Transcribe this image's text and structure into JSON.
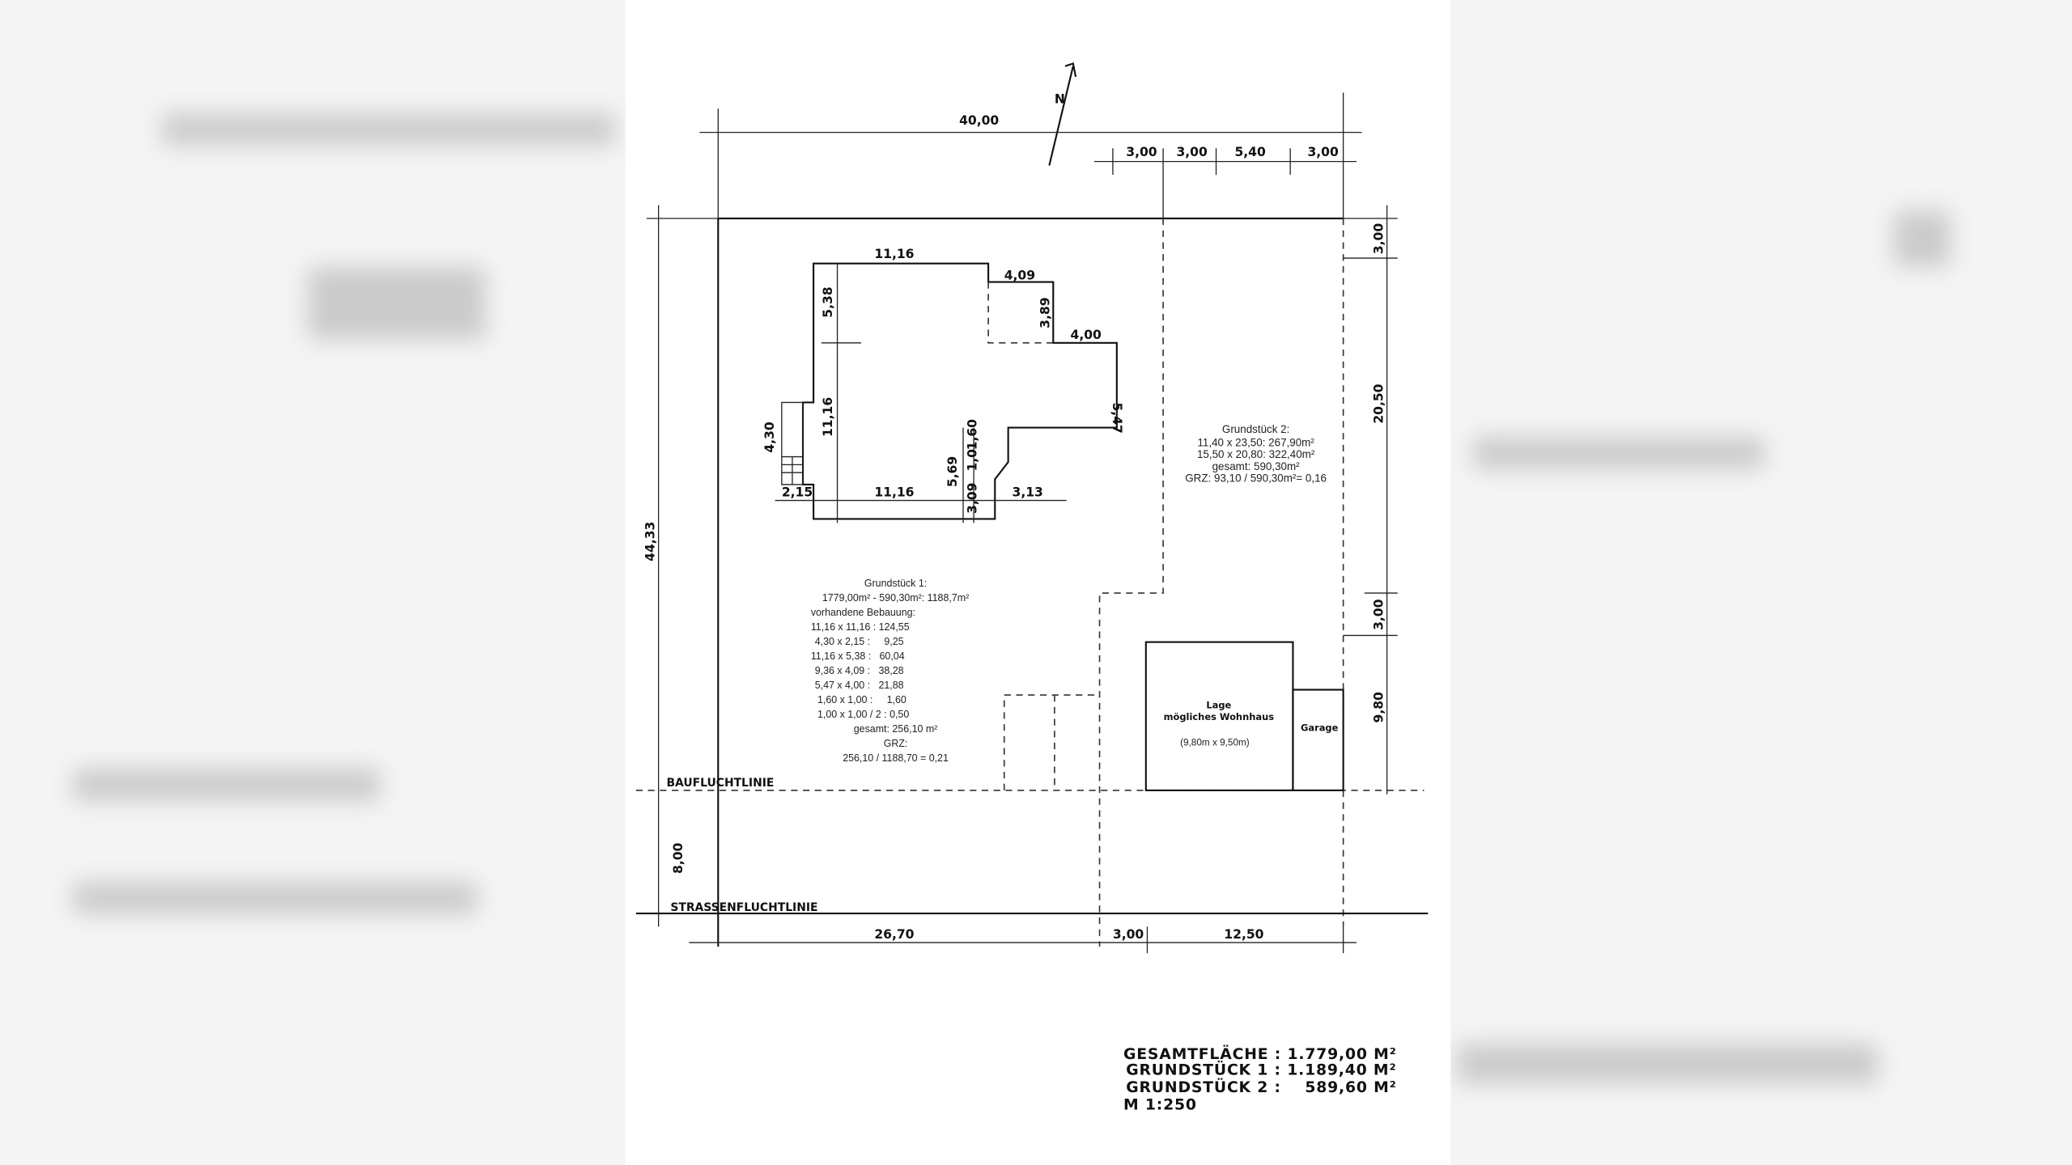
{
  "plan": {
    "north_label": "N",
    "top_dimension": "40,00",
    "top_sub_dimensions": [
      "3,00",
      "3,00",
      "5,40",
      "3,00"
    ],
    "right_dimensions": [
      "3,00",
      "20,50",
      "3,00",
      "9,80"
    ],
    "left_dimension": "44,33",
    "front_dimension": "8,00",
    "bottom_dimensions": [
      "26,70",
      "3,00",
      "12,50"
    ],
    "building_dimensions": {
      "top": "11,16",
      "step_top": "4,09",
      "step_side": "3,89",
      "wing_top": "4,00",
      "wing_side": "5,47",
      "left_upper": "5,38",
      "left_lower": "11,16",
      "stair": "4,30",
      "stair_width": "2,15",
      "bottom": "11,16",
      "d1": "5,69",
      "d2": "1,60",
      "d3": "1,0",
      "d4": "3,09",
      "d5": "3,13"
    },
    "baufluchtlinie": "BAUFLUCHTLINIE",
    "strassenfluchtlinie": "STRASSENFLUCHTLINIE",
    "grundstueck1": [
      "Grundstück 1:",
      "1779,00m² - 590,30m²: 1188,7m²",
      "vorhandene Bebauung:",
      "11,16 x 11,16 : 124,55",
      "4,30 x 2,15 :     9,25",
      "11,16 x 5,38 :   60,04",
      "9,36 x 4,09 :   38,28",
      "5,47 x 4,00 :   21,88",
      "1,60 x 1,00 :     1,60",
      "1,00 x 1,00 / 2 : 0,50",
      "gesamt: 256,10 m²",
      "GRZ:",
      "256,10 / 1188,70 = 0,21"
    ],
    "grundstueck2": [
      "Grundstück 2:",
      "11,40 x 23,50: 267,90m²",
      "15,50 x 20,80: 322,40m²",
      "gesamt: 590,30m²",
      "GRZ: 93,10 / 590,30m²= 0,16"
    ],
    "house": {
      "line1": "Lage",
      "line2": "mögliches Wohnhaus",
      "size": "(9,80m x 9,50m)"
    },
    "garage": "Garage",
    "summary": [
      "GESAMTFLÄCHE : 1.779,00 M²",
      "GRUNDSTÜCK 1 : 1.189,40 M²",
      "GRUNDSTÜCK 2 :    589,60 M²",
      "M 1:250"
    ]
  }
}
